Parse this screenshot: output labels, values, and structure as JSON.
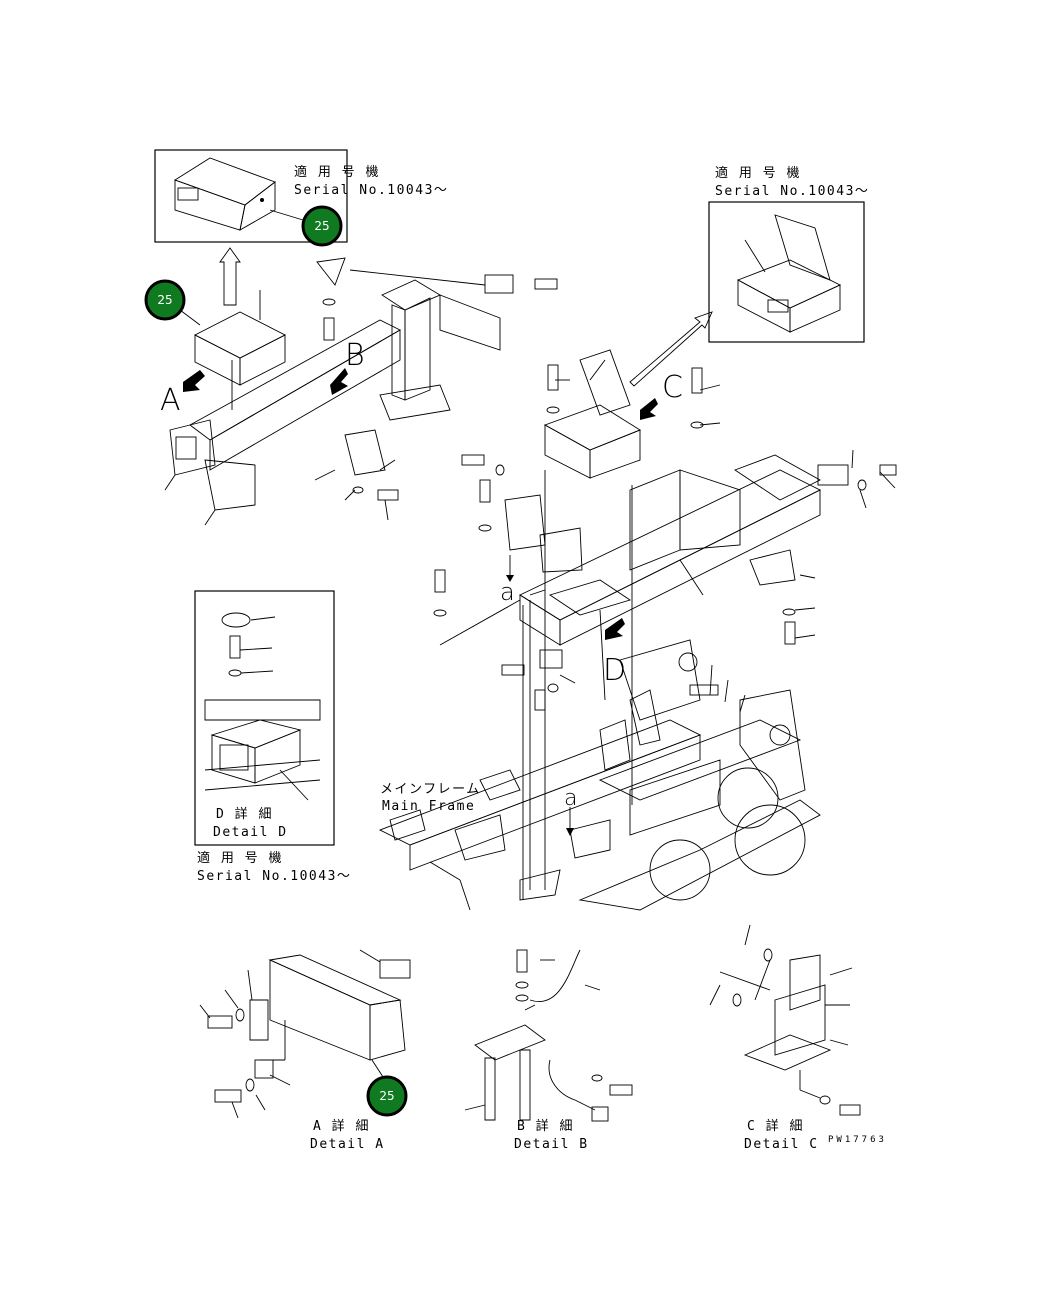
{
  "serial_blocks": [
    {
      "jp": "適 用 号 機",
      "en": "Serial No.10043〜"
    },
    {
      "jp": "適 用 号 機",
      "en": "Serial No.10043〜"
    },
    {
      "jp": "適 用 号 機",
      "en": "Serial No.10043〜"
    }
  ],
  "view_letters": {
    "a_upper": "A",
    "b_upper": "B",
    "c_upper": "C",
    "d_upper": "D",
    "a_lower_1": "a",
    "a_lower_2": "a"
  },
  "main_frame": {
    "jp": "メインフレーム",
    "en": "Main Frame"
  },
  "details": [
    {
      "jp": "D 詳 細",
      "en": "Detail D"
    },
    {
      "jp": "A 詳 細",
      "en": "Detail A"
    },
    {
      "jp": "B 詳 細",
      "en": "Detail B"
    },
    {
      "jp": "C 詳 細",
      "en": "Detail C"
    }
  ],
  "badges": [
    "25",
    "25",
    "25"
  ],
  "drawing_number": "PW17763",
  "colors": {
    "badge_fill": "#0f7a1f",
    "line": "#000000"
  }
}
